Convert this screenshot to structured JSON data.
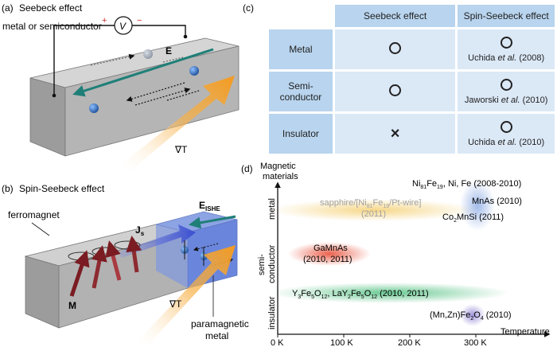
{
  "panel_a": {
    "label": "(a)",
    "title": "Seebeck effect",
    "material": "metal or semiconductor",
    "voltmeter": "V",
    "plus": "+",
    "minus": "−",
    "field": "E",
    "gradient": "∇T"
  },
  "panel_b": {
    "label": "(b)",
    "title": "Spin-Seebeck effect",
    "ferromagnet": "ferromagnet",
    "magnetization": "M",
    "spin_current": "J",
    "spin_current_sub": "s",
    "field": "E",
    "field_sub": "ISHE",
    "gradient": "∇T",
    "paramagnetic_line1": "paramagnetic",
    "paramagnetic_line2": "metal"
  },
  "panel_c": {
    "label": "(c)",
    "col_seebeck": "Seebeck effect",
    "col_spin": "Spin-Seebeck effect",
    "rows": [
      {
        "name": "Metal",
        "seebeck": "O",
        "spin": "O",
        "cite_a": "Uchida ",
        "cite_b": "et al.",
        "cite_c": " (2008)"
      },
      {
        "name_line1": "Semi-",
        "name_line2": "conductor",
        "seebeck": "O",
        "spin": "O",
        "cite_a": "Jaworski ",
        "cite_b": "et al.",
        "cite_c": " (2010)"
      },
      {
        "name": "Insulator",
        "seebeck": "×",
        "spin": "O",
        "cite_a": "Uchida ",
        "cite_b": "et al.",
        "cite_c": " (2010)"
      }
    ]
  },
  "panel_d": {
    "label": "(d)",
    "ylabel_line1": "Magnetic",
    "ylabel_line2": "materials",
    "xlabel": "Temperature",
    "x_ticks": [
      "0 K",
      "100 K",
      "200 K",
      "300 K"
    ],
    "y_categories": {
      "metal": "metal",
      "semi1": "semi-",
      "semi2": "conductor",
      "insulator": "insulator"
    },
    "entries": {
      "metal_hot": {
        "p1": "Ni",
        "s1": "81",
        "p2": "Fe",
        "s2": "19",
        "p3": ", Ni, Fe (2008-2010)"
      },
      "mnas": "MnAs (2010)",
      "sapphire": {
        "p1": "sapphire/[Ni",
        "s1": "81",
        "p2": "Fe",
        "s2": "19",
        "p3": "/Pt-wire]",
        "line2": "(2011)"
      },
      "co2mnsi": {
        "p1": "Co",
        "s1": "2",
        "p2": "MnSi (2011)"
      },
      "gamnas": {
        "line1": "GaMnAs",
        "line2": "(2010, 2011)"
      },
      "yig": {
        "p1": "Y",
        "s1": "3",
        "p2": "Fe",
        "s2": "5",
        "p3": "O",
        "s3": "12",
        "p4": ", LaY",
        "s4": "2",
        "p5": "Fe",
        "s5": "5",
        "p6": "O",
        "s6": "12",
        "p7": " (2010, 2011)"
      },
      "mnzn": {
        "p1": "(Mn,Zn)Fe",
        "s1": "2",
        "p2": "O",
        "s2": "4",
        "p3": " (2010)"
      }
    },
    "colors": {
      "metal": "#f5d27a",
      "semiconductor": "#e8503a",
      "insulator": "#4fbf7f",
      "hot_metal": "#9db8e8",
      "ferrite": "#9a8fd8"
    }
  }
}
